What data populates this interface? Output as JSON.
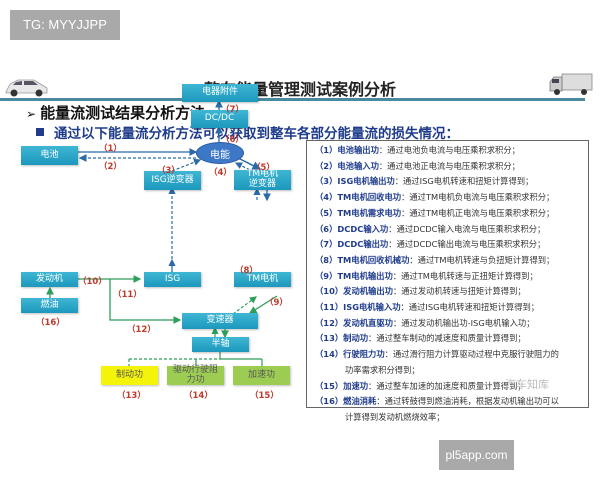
{
  "watermarks": {
    "top_left": "TG: MYYJJPP",
    "bottom_right": "pl5app.com",
    "faint_overlay": "汽车知库"
  },
  "slide": {
    "title": "整车能量管理测试案例分析",
    "heading": "能量流测试结果分析方法",
    "subheading": "通过以下能量流分析方法可以获取到整车各部分能量流的损失情况：",
    "icons": [
      "car-icon",
      "truck-icon",
      "arrow-bullet-icon",
      "square-bullet-icon"
    ],
    "colors": {
      "accent_rule": "#4a8aa0",
      "block_blue": "#1c98bd",
      "ellipse_blue": "#3c78c6",
      "label_red": "#c0392b",
      "arrow_green": "#2e9e5b",
      "yellow_block": "#f4f40a",
      "green_block": "#9dcc52",
      "subheading_blue": "#1f3c8c"
    }
  },
  "diagram": {
    "blocks": {
      "accessories": "电器附件",
      "dcdc": "DC/DC",
      "battery": "电池",
      "energy": "电能",
      "isg_inverter": "ISG逆变器",
      "tm_inverter_1": "TM电机",
      "tm_inverter_2": "逆变器",
      "engine": "发动机",
      "isg": "ISG",
      "tm_motor": "TM电机",
      "fuel": "燃油",
      "transmission": "变速器",
      "half_shaft": "半轴",
      "braking": "制动功",
      "drive_resist_1": "驱动行驶阻",
      "drive_resist_2": "力功",
      "accel": "加速功"
    },
    "labels": [
      "（1）",
      "（2）",
      "（3）",
      "（4）",
      "（5）",
      "（6）",
      "（7）",
      "（8）",
      "（9）",
      "（10）",
      "（11）",
      "（12）",
      "（13）",
      "（14）",
      "（15）",
      "（16）"
    ]
  },
  "descriptions": [
    {
      "num": "（1）",
      "key": "电池输出功",
      "text": "：通过电池负电流与电压乘积求积分；"
    },
    {
      "num": "（2）",
      "key": "电池输入功",
      "text": "：通过电池正电流与电压乘积求积分；"
    },
    {
      "num": "（3）",
      "key": "ISG电机输出功",
      "text": "：通过ISG电机转速和扭矩计算得到；"
    },
    {
      "num": "（4）",
      "key": "TM电机回收电功",
      "text": "：通过TM电机负电流与电压乘积求积分；"
    },
    {
      "num": "（5）",
      "key": "TM电机需求电功",
      "text": "：通过TM电机正电流与电压乘积求积分；"
    },
    {
      "num": "（6）",
      "key": "DCDC输入功",
      "text": "：通过DCDC输入电流与电压乘积求积分；"
    },
    {
      "num": "（7）",
      "key": "DCDC输出功",
      "text": "：通过DCDC输出电流与电压乘积求积分；"
    },
    {
      "num": "（8）",
      "key": "TM电机回收机械功",
      "text": "：通过TM电机转速与负扭矩计算得到；"
    },
    {
      "num": "（9）",
      "key": "TM电机输出功",
      "text": "：通过TM电机转速与正扭矩计算得到；"
    },
    {
      "num": "（10）",
      "key": "发动机输出功",
      "text": "：通过发动机转速与扭矩计算得到；"
    },
    {
      "num": "（11）",
      "key": "ISG电机输入功",
      "text": "：通过ISG电机转速和扭矩计算得到；"
    },
    {
      "num": "（12）",
      "key": "发动机直驱功",
      "text": "：通过发动机输出功-ISG电机输入功；"
    },
    {
      "num": "（13）",
      "key": "制动功",
      "text": "：通过整车制动的减速度和质量计算得到；"
    },
    {
      "num": "（14）",
      "key": "行驶阻力功",
      "text": "：通过滑行阻力计算驱动过程中克服行驶阻力的",
      "cont": "功率需求积分得到；"
    },
    {
      "num": "（15）",
      "key": "加速功",
      "text": "：通过整车加速的加速度和质量计算得到；"
    },
    {
      "num": "（16）",
      "key": "燃油消耗",
      "text": "：通过转鼓得到燃油消耗，根据发动机输出功可以",
      "cont": "计算得到发动机燃烧效率；"
    }
  ]
}
